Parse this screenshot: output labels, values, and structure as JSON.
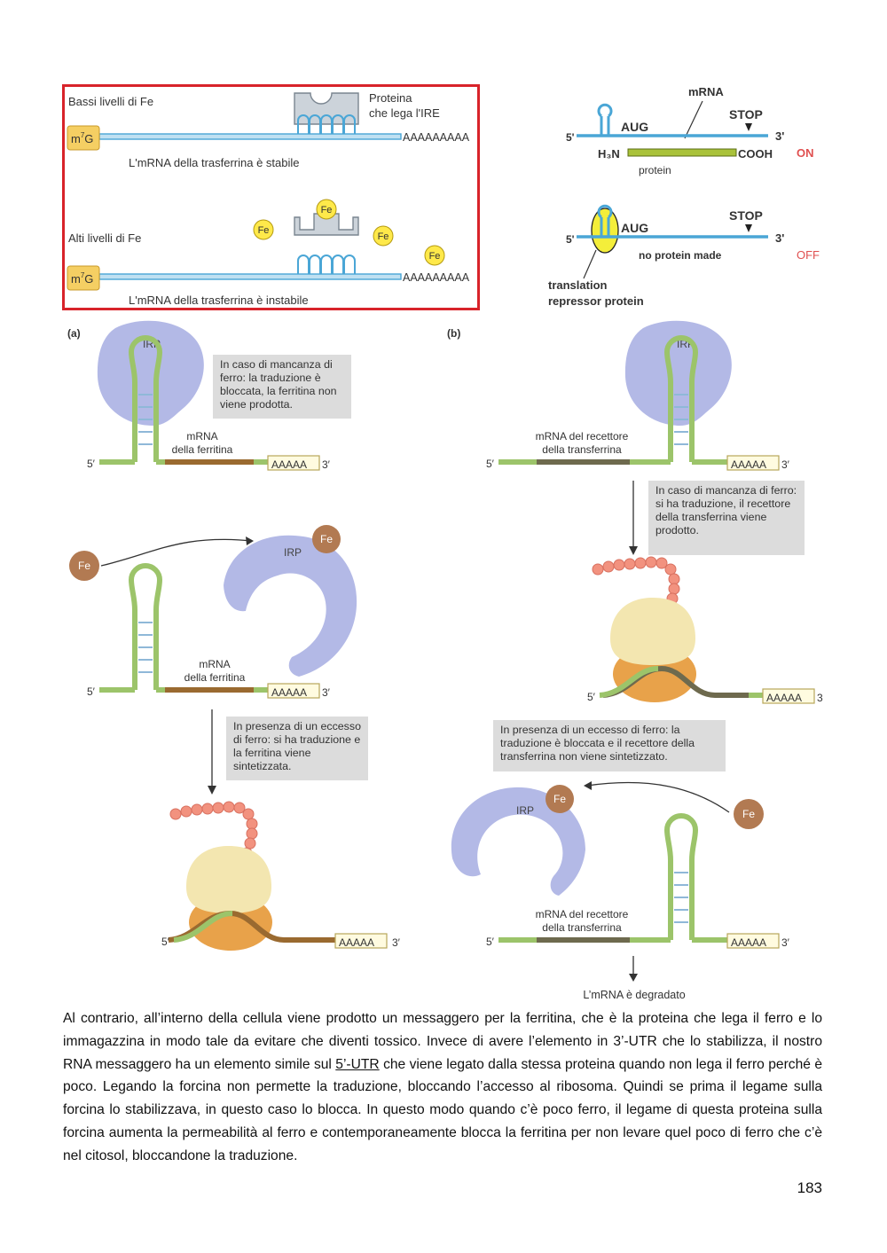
{
  "fig_top_left": {
    "low_label": "Bassi livelli di Fe",
    "protein_label_1": "Proteina",
    "protein_label_2": "che lega l'IRE",
    "cap": "m",
    "cap_sup": "7",
    "cap_g": "G",
    "polyA": "AAAAAAAAA",
    "stable": "L'mRNA della trasferrina è stabile",
    "high_label": "Alti livelli di Fe",
    "fe": "Fe",
    "unstable": "L'mRNA della trasferrina è instabile"
  },
  "fig_top_right": {
    "mrna": "mRNA",
    "five": "5'",
    "three": "3'",
    "aug": "AUG",
    "stop": "STOP",
    "h3n": "H₃N",
    "cooh": "COOH",
    "protein": "protein",
    "on": "ON",
    "off": "OFF",
    "no_protein": "no protein made",
    "repressor_1": "translation",
    "repressor_2": "repressor protein"
  },
  "fig_bottom": {
    "panel_a": "(a)",
    "panel_b": "(b)",
    "irp": "IRP",
    "fe": "Fe",
    "five": "5′",
    "three": "3′",
    "polyA": "AAAAA",
    "ferritin_1": "mRNA",
    "ferritin_2": "della ferritina",
    "tfr_1": "mRNA del recettore",
    "tfr_2": "della transferrina",
    "note_a1": "In caso di mancanza di ferro: la traduzione è bloccata, la ferritina non viene prodotta.",
    "note_a2": "In presenza di un eccesso di ferro: si ha traduzione e la ferritina viene sintetizzata.",
    "note_b1": "In caso di mancanza di ferro: si ha traduzione, il recettore della transferrina viene prodotto.",
    "note_b2": "In presenza di un eccesso di ferro: la traduzione è bloccata e il recettore della transferrina non viene sintetizzato.",
    "degraded": "L’mRNA è degradato"
  },
  "body": {
    "part1": "Al contrario, all’interno della cellula viene prodotto un messaggero per la ferritina, che è la proteina che lega il ferro e lo immagazzina in modo tale da evitare che diventi tossico. Invece di avere l’elemento in 3’-UTR che lo stabilizza, il nostro RNA messaggero ha un elemento simile sul ",
    "underlined": "5’-UTR",
    "part2": " che viene legato dalla stessa proteina quando non lega il ferro perché è poco. Legando la forcina non permette la traduzione, bloccando l’accesso al ribosoma. Quindi se prima il legame sulla forcina lo stabilizzava, in questo caso lo blocca. In questo modo quando c’è poco ferro, il legame di questa proteina sulla forcina aumenta la permeabilità al ferro e contemporaneamente blocca la ferritina per non levare quel poco di ferro che c’è nel citosol, bloccandone la traduzione."
  },
  "page_number": "183",
  "colors": {
    "frame_red": "#d8232a",
    "mrna_blue": "#4aa6d6",
    "cap_yellow": "#f5cf63",
    "fe_yellow": "#ffe94a",
    "irp_lavender": "#b3b9e6",
    "stem_green": "#9cc46a",
    "ferritin_brown": "#9a6a30",
    "tfr_olive": "#6e6a4e",
    "fe_brown": "#b27a52",
    "bead_pink": "#f2927f",
    "ribo_top": "#f3e6b0",
    "ribo_bottom": "#e8a24a",
    "note_gray": "#dcdcdc"
  }
}
